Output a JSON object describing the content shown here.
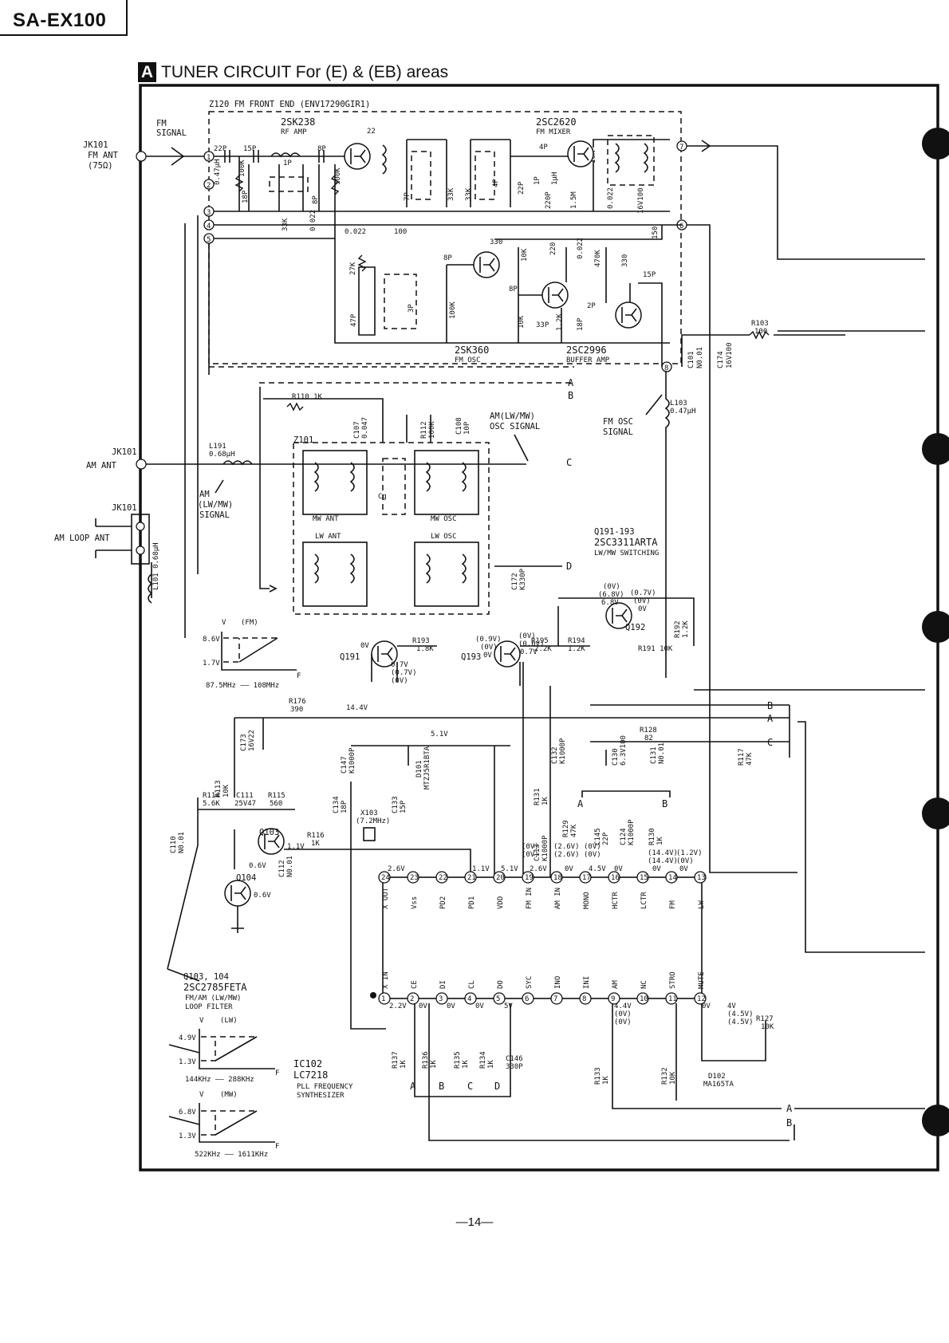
{
  "header": {
    "model": "SA-EX100"
  },
  "section": {
    "letter": "A",
    "title": "TUNER CIRCUIT For (E) & (EB) areas"
  },
  "page": {
    "number": "—14—"
  },
  "fm_front_end": {
    "title": "Z120 FM FRONT END (ENV17290GIR1)",
    "rf_amp_part": "2SK238",
    "rf_amp_name": "RF AMP",
    "mixer_part": "2SC2620",
    "mixer_name": "FM MIXER",
    "osc_part": "2SK360",
    "osc_name": "FM OSC",
    "buffer_part": "2SC2996",
    "buffer_name": "BUFFER AMP"
  },
  "inputs": {
    "fm_jack": "JK101",
    "fm_label": "FM ANT",
    "fm_ohm": "(75Ω)",
    "fm_signal_1": "FM",
    "fm_signal_2": "SIGNAL",
    "am_jack": "JK101",
    "am_label": "AM ANT",
    "loop_jack": "JK101",
    "loop_label": "AM LOOP ANT",
    "am_signal_1": "AM",
    "am_signal_2": "(LW/MW)",
    "am_signal_3": "SIGNAL"
  },
  "am_block": {
    "z101": "Z101",
    "mw_ant": "MW ANT",
    "lw_ant": "LW ANT",
    "mw_osc": "MW OSC",
    "lw_osc": "LW OSC",
    "cg": "Cg",
    "osc_signal_1": "AM(LW/MW)",
    "osc_signal_2": "OSC SIGNAL",
    "fm_osc_1": "FM OSC",
    "fm_osc_2": "SIGNAL"
  },
  "switching": {
    "parts": "Q191-193",
    "type": "2SC3311ARTA",
    "function": "LW/MW SWITCHING"
  },
  "filter": {
    "parts": "Q103, 104",
    "type": "2SC2785FETA",
    "function_1": "FM/AM (LW/MW)",
    "function_2": "LOOP FILTER"
  },
  "ic": {
    "name": "IC102",
    "part": "LC7218",
    "function_1": "PLL FREQUENCY",
    "function_2": "SYNTHESIZER"
  },
  "ic_top_pins": [
    {
      "num": "24",
      "name": "X OUT"
    },
    {
      "num": "23",
      "name": "Vss"
    },
    {
      "num": "22",
      "name": "PD2"
    },
    {
      "num": "21",
      "name": "PD1"
    },
    {
      "num": "20",
      "name": "VDD"
    },
    {
      "num": "19",
      "name": "FM IN"
    },
    {
      "num": "18",
      "name": "AM IN"
    },
    {
      "num": "17",
      "name": "MONO"
    },
    {
      "num": "16",
      "name": "HCTR"
    },
    {
      "num": "15",
      "name": "LCTR"
    },
    {
      "num": "14",
      "name": "FM"
    },
    {
      "num": "13",
      "name": "LW"
    }
  ],
  "ic_bottom_pins": [
    {
      "num": "1",
      "name": "X IN"
    },
    {
      "num": "2",
      "name": "CE"
    },
    {
      "num": "3",
      "name": "DI"
    },
    {
      "num": "4",
      "name": "CL"
    },
    {
      "num": "5",
      "name": "DO"
    },
    {
      "num": "6",
      "name": "SYC"
    },
    {
      "num": "7",
      "name": "INO"
    },
    {
      "num": "8",
      "name": "INI"
    },
    {
      "num": "9",
      "name": "AM"
    },
    {
      "num": "10",
      "name": "NC"
    },
    {
      "num": "11",
      "name": "STRO"
    },
    {
      "num": "12",
      "name": "MUTE"
    }
  ],
  "voltages_top": [
    "2.6V",
    "1.1V",
    "5.1V",
    "2.6V",
    "4.5V",
    "0V",
    "0V",
    "0V",
    "0V"
  ],
  "voltages_bottom": [
    "2.2V",
    "0V",
    "0V",
    "0V",
    "5V",
    "4.4V",
    "0V",
    "4V"
  ],
  "components": {
    "front": [
      "22P",
      "15P",
      "1P",
      "8P",
      "0.47µH",
      "100K",
      "18P",
      "8P",
      "100K",
      "33K",
      "0.022",
      "0.022",
      "100",
      "22",
      "7P",
      "33K",
      "33K",
      "4P",
      "4P",
      "22P",
      "1P",
      "1µH",
      "220P",
      "1.5M",
      "10K",
      "0.022",
      "16V100",
      "150"
    ],
    "osc": [
      "330",
      "27K",
      "8P",
      "10K",
      "220",
      "0.022",
      "470K",
      "330",
      "15P",
      "8P",
      "47P",
      "3P",
      "100K",
      "10K",
      "33P",
      "1.2K",
      "18P",
      "2P",
      "R103",
      "100",
      "C101",
      "N0.01",
      "C174",
      "16V100"
    ],
    "am": [
      "R110 1K",
      "C107 0.047",
      "R112 100K",
      "C108 10P",
      "L191",
      "0.68µH",
      "L103",
      "0.47µH",
      "C172",
      "K330P",
      "L101",
      "0.68µH"
    ],
    "switch": [
      "R193",
      "1.8K",
      "R195",
      "2.2K",
      "R194",
      "1.2K",
      "R191 10K",
      "R192",
      "1.2K",
      "Q191",
      "Q192",
      "Q193"
    ],
    "pll": [
      "R176",
      "390",
      "14.4V",
      "C173",
      "16V22",
      "R128",
      "82",
      "C147",
      "K1000P",
      "D101",
      "MTZJ5R1BTA",
      "5.1V",
      "C134",
      "18P",
      "C133",
      "15P",
      "X103",
      "(7.2MHz)",
      "C132",
      "K1000P",
      "C130",
      "6.3V100",
      "C131",
      "N0.01",
      "R117",
      "47K",
      "R113",
      "10K",
      "R114",
      "5.6K",
      "C111",
      "25V47",
      "R115",
      "560",
      "C110",
      "N0.01",
      "Q103",
      "Q104",
      "R116",
      "1K",
      "C112",
      "N0.01",
      "R131",
      "1K",
      "C113",
      "K1000P",
      "R129",
      "47K",
      "C145",
      "22P",
      "C124",
      "K1000P",
      "R130",
      "1K",
      "R137",
      "1K",
      "R136",
      "1K",
      "R135",
      "1K",
      "R134",
      "1K",
      "C146",
      "330P",
      "R133",
      "1K",
      "R132",
      "10K",
      "D102",
      "MA165TA",
      "R127",
      "10K"
    ]
  },
  "graphs": [
    {
      "band": "(FM)",
      "v_high": "8.6V",
      "v_low": "1.7V",
      "f_range": "87.5MHz —— 108MHz",
      "v_axis": "V",
      "f_axis": "F"
    },
    {
      "band": "(LW)",
      "v_high": "4.9V",
      "v_low": "1.3V",
      "f_range": "144KHz —— 288KHz",
      "v_axis": "V",
      "f_axis": "F"
    },
    {
      "band": "(MW)",
      "v_high": "6.8V",
      "v_low": "1.3V",
      "f_range": "522KHz —— 1611KHz",
      "v_axis": "V",
      "f_axis": "F"
    }
  ],
  "connectors": [
    "A",
    "B",
    "C",
    "D",
    "A",
    "B",
    "C",
    "A",
    "B"
  ]
}
